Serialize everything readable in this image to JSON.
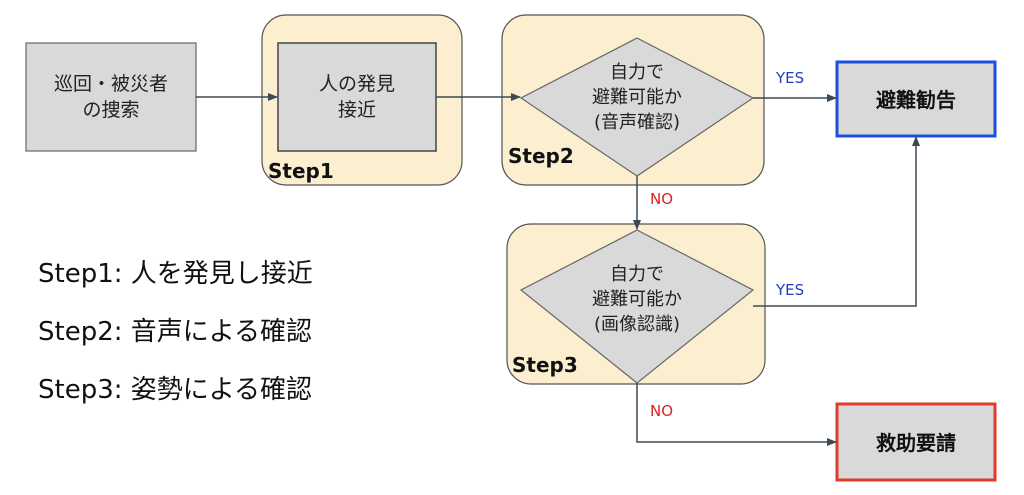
{
  "colors": {
    "step_bg": "#fcefcf",
    "step_border": "#555555",
    "node_fill": "#d9d9d9",
    "node_stroke": "#666666",
    "arrow": "#3d4a55",
    "yes": "#1f3fbf",
    "no": "#e02020",
    "result_yes_border": "#1a4fe0",
    "result_no_border": "#e03a2a"
  },
  "nodes": {
    "search": {
      "line1": "巡回・被災者",
      "line2": "の捜索"
    },
    "discover": {
      "line1": "人の発見",
      "line2": "接近"
    },
    "decision_voice": {
      "line1": "自力で",
      "line2": "避難可能か",
      "line3": "(音声確認)"
    },
    "decision_image": {
      "line1": "自力で",
      "line2": "避難可能か",
      "line3": "(画像認識)"
    },
    "evacuate": "避難勧告",
    "rescue": "救助要請"
  },
  "steps": {
    "step1": "Step1",
    "step2": "Step2",
    "step3": "Step3"
  },
  "edges": {
    "yes_voice": "YES",
    "no_voice": "NO",
    "yes_image": "YES",
    "no_image": "NO"
  },
  "legend": {
    "step1": "Step1: 人を発見し接近",
    "step2": "Step2: 音声による確認",
    "step3": "Step3: 姿勢による確認"
  }
}
